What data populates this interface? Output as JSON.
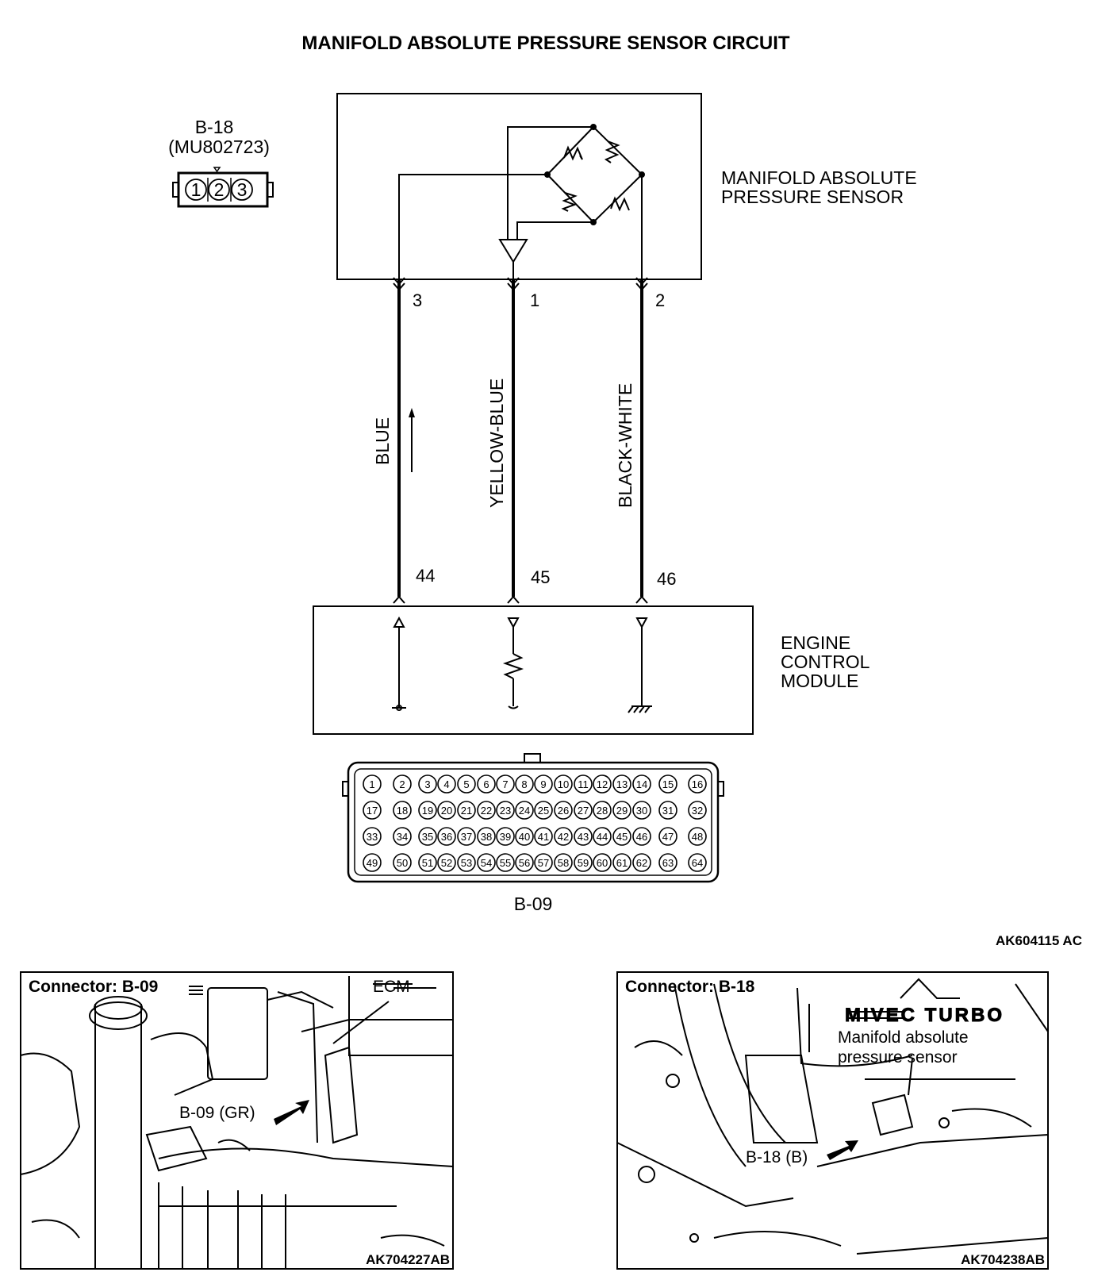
{
  "title": "MANIFOLD ABSOLUTE PRESSURE SENSOR CIRCUIT",
  "sensor_connector": {
    "id": "B-18",
    "part": "(MU802723)",
    "pins": [
      "1",
      "2",
      "3"
    ]
  },
  "sensor_label": [
    "MANIFOLD ABSOLUTE",
    "PRESSURE SENSOR"
  ],
  "ecm_label": [
    "ENGINE",
    "CONTROL",
    "MODULE"
  ],
  "wires": [
    {
      "sensor_pin": "3",
      "color": "BLUE",
      "ecm_pin": "44"
    },
    {
      "sensor_pin": "1",
      "color": "YELLOW-BLUE",
      "ecm_pin": "45"
    },
    {
      "sensor_pin": "2",
      "color": "BLACK-WHITE",
      "ecm_pin": "46"
    }
  ],
  "ecm_connector": {
    "id": "B-09",
    "rows": [
      [
        "1",
        "2",
        "3",
        "4",
        "5",
        "6",
        "7",
        "8",
        "9",
        "10",
        "11",
        "12",
        "13",
        "14",
        "15",
        "16"
      ],
      [
        "17",
        "18",
        "19",
        "20",
        "21",
        "22",
        "23",
        "24",
        "25",
        "26",
        "27",
        "28",
        "29",
        "30",
        "31",
        "32"
      ],
      [
        "33",
        "34",
        "35",
        "36",
        "37",
        "38",
        "39",
        "40",
        "41",
        "42",
        "43",
        "44",
        "45",
        "46",
        "47",
        "48"
      ],
      [
        "49",
        "50",
        "51",
        "52",
        "53",
        "54",
        "55",
        "56",
        "57",
        "58",
        "59",
        "60",
        "61",
        "62",
        "63",
        "64"
      ]
    ]
  },
  "diagram_ref": "AK604115 AC",
  "photo_left": {
    "title": "Connector: B-09",
    "ecm": "ECM",
    "connector": "B-09 (GR)",
    "ref": "AK704227AB"
  },
  "photo_right": {
    "title": "Connector: B-18",
    "logo": "MIVEC TURBO",
    "label": [
      "Manifold absolute",
      "pressure sensor"
    ],
    "connector": "B-18 (B)",
    "ref": "AK704238AB"
  }
}
